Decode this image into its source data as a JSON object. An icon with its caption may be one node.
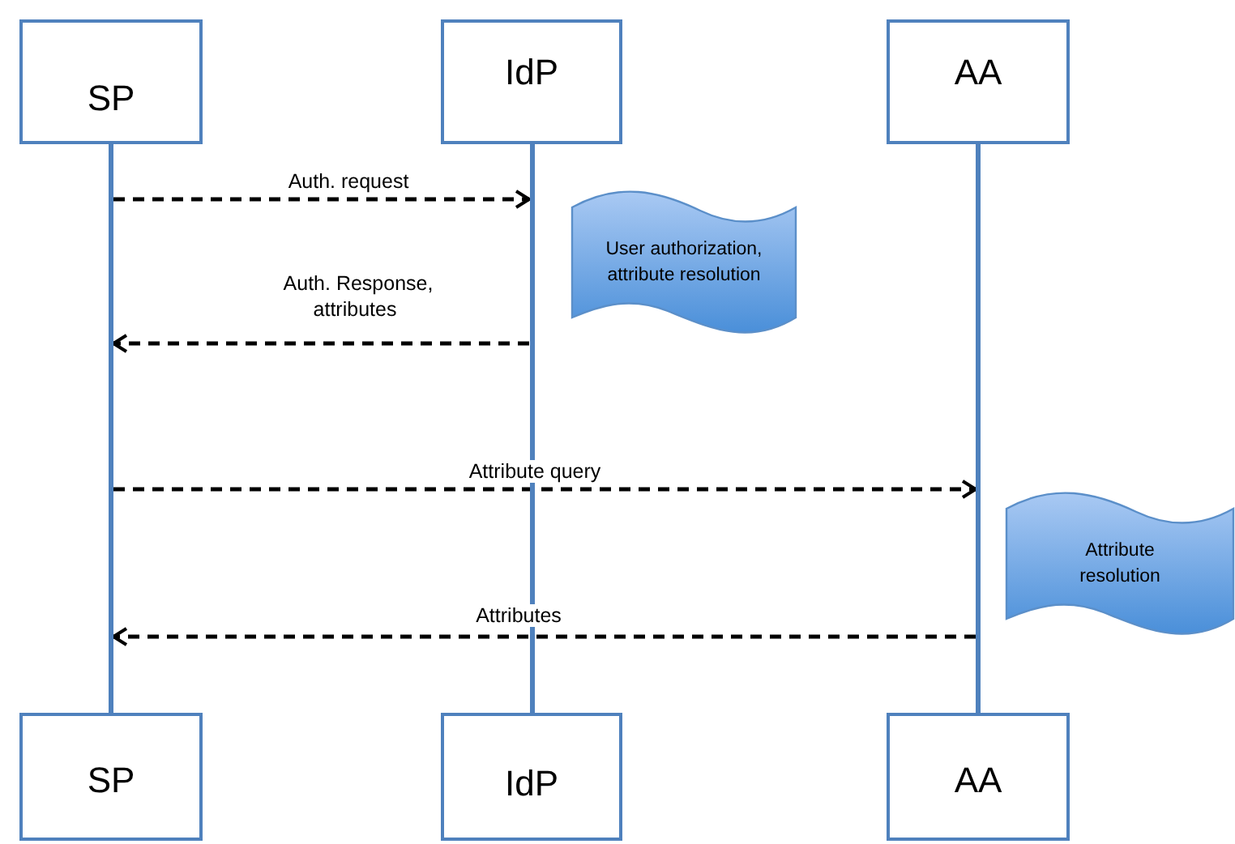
{
  "diagram": {
    "nodes": [
      {
        "text": [
          "SP"
        ]
      },
      {
        "text": [
          "IdP"
        ]
      },
      {
        "text": [
          "AA"
        ]
      },
      {
        "text": [
          "SP"
        ]
      },
      {
        "text": [
          "IdP"
        ]
      },
      {
        "text": [
          "AA"
        ]
      },
      {
        "text": [
          "User authorization, attribute resolution"
        ]
      },
      {
        "text": [
          "Attribute resolution"
        ]
      },
      {
        "text": [],
        "shape": "bar"
      },
      {
        "text": [],
        "shape": "bar"
      },
      {
        "text": [],
        "shape": "bar"
      }
    ],
    "edges": [
      {
        "from": 8,
        "to": 9,
        "arrow": "to",
        "label": "Auth. request",
        "style": "dashed"
      },
      {
        "from": 9,
        "to": 8,
        "arrow": "to",
        "label": "Auth. Response, attributes",
        "style": "dashed"
      },
      {
        "from": 8,
        "to": 10,
        "arrow": "to",
        "label": "Attribute query",
        "style": "dashed"
      },
      {
        "from": 10,
        "to": 8,
        "arrow": "to",
        "label": "Attributes",
        "style": "dashed"
      }
    ]
  }
}
